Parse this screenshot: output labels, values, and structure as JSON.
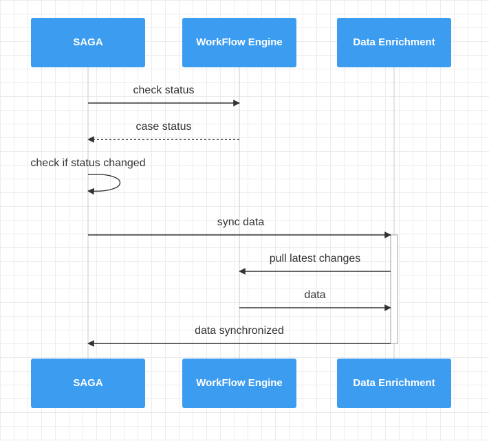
{
  "actors": [
    {
      "id": "saga",
      "label": "SAGA"
    },
    {
      "id": "wfe",
      "label": "WorkFlow Engine"
    },
    {
      "id": "de",
      "label": "Data Enrichment"
    }
  ],
  "messages": [
    {
      "from": "saga",
      "to": "wfe",
      "label": "check status",
      "style": "solid"
    },
    {
      "from": "wfe",
      "to": "saga",
      "label": "case status",
      "style": "dashed"
    },
    {
      "from": "saga",
      "to": "saga",
      "label": "check if status changed",
      "style": "self"
    },
    {
      "from": "saga",
      "to": "de",
      "label": "sync data",
      "style": "solid"
    },
    {
      "from": "de",
      "to": "wfe",
      "label": "pull latest changes",
      "style": "solid"
    },
    {
      "from": "wfe",
      "to": "de",
      "label": "data",
      "style": "solid"
    },
    {
      "from": "de",
      "to": "saga",
      "label": "data synchronized",
      "style": "solid"
    }
  ],
  "colors": {
    "actor_fill": "#3b9cf0",
    "actor_text": "#ffffff",
    "line": "#333333"
  }
}
